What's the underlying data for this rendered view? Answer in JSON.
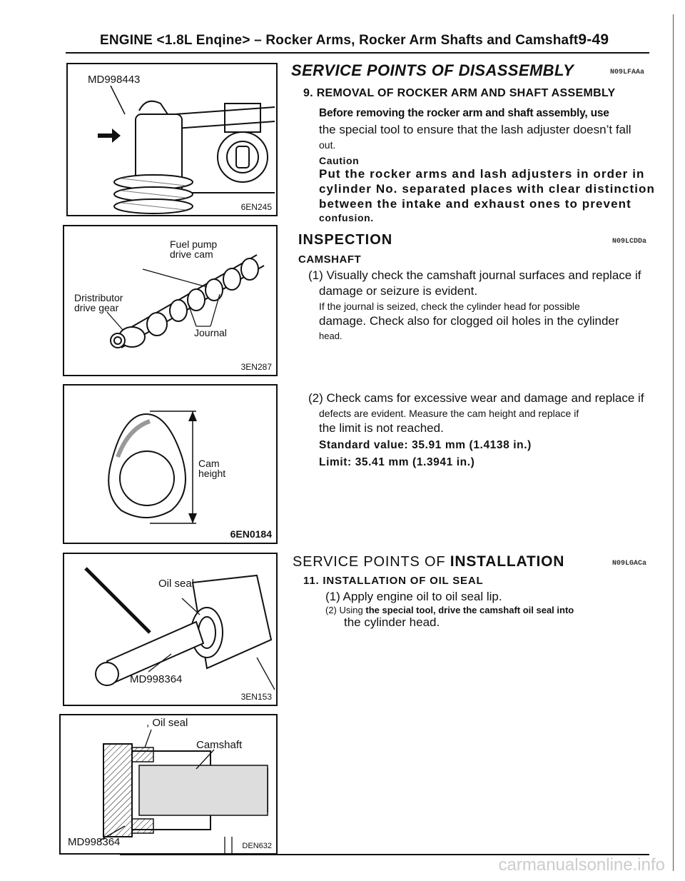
{
  "header": {
    "engine_label": "ENGINE",
    "engine_variant": "<1.8L Enqine>",
    "dash": "–",
    "section": "Rocker Arms, Rocker Arm Shafts and",
    "section_last": "Camshaft",
    "page": "9-49"
  },
  "figures": [
    {
      "code": "6EN245",
      "labels": [
        "MD998443"
      ]
    },
    {
      "code": "3EN287",
      "labels": [
        "Fuel pump",
        "drive cam",
        "Dristributor",
        "drive gear",
        "Journal"
      ]
    },
    {
      "code": "6EN0184",
      "labels": [
        "Cam",
        "height"
      ]
    },
    {
      "code": "3EN153",
      "labels": [
        "Oil seal",
        "MD998364"
      ]
    },
    {
      "code": "DEN632",
      "labels": [
        ", Oil seal",
        "Camshaft",
        "MD998364"
      ]
    }
  ],
  "disassembly": {
    "title": "SERVICE POINTS OF DISASSEMBLY",
    "code": "N09LFAAa",
    "step_heading": "9. REMOVAL OF ROCKER ARM AND SHAFT ASSEMBLY",
    "lines": [
      "Before removing the rocker arm and shaft assembly, use",
      "the special tool to ensure that the lash adjuster doesn’t fall",
      "out."
    ],
    "caution_label": "Caution",
    "caution_lines": [
      "Put the rocker arms and lash adjusters in order in",
      "cylinder No. separated places with clear distinction",
      "between the intake and exhaust ones to prevent",
      "confusion."
    ]
  },
  "inspection": {
    "title": "INSPECTION",
    "code": "N09LCDDa",
    "sub": "CAMSHAFT",
    "item1": [
      "(1) Visually check the camshaft journal surfaces and replace if",
      "damage or seizure is evident.",
      "If the journal is seized, check the cylinder head for possible",
      "damage. Check also for clogged oil holes in the cylinder",
      "head."
    ],
    "item2": [
      "(2) Check cams for excessive wear and damage and replace if",
      "defects are evident. Measure the cam height and replace if",
      "the limit is not reached."
    ],
    "standard": "Standard value: 35.91 mm (1.4138 in.)",
    "limit": "Limit: 35.41 mm (1.3941 in.)"
  },
  "installation": {
    "title_a": "SERVICE POINTS OF",
    "title_b": "INSTALLATION",
    "code": "N09LGACa",
    "step_heading": "11. INSTALLATION OF OIL SEAL",
    "item1": "(1) Apply engine oil to oil seal lip.",
    "item2_prefix": "(2) Using",
    "item2_rest": "the special tool, drive the camshaft oil seal into",
    "item2_cont": "the cylinder head."
  },
  "watermark": "carmanualsonline.info"
}
